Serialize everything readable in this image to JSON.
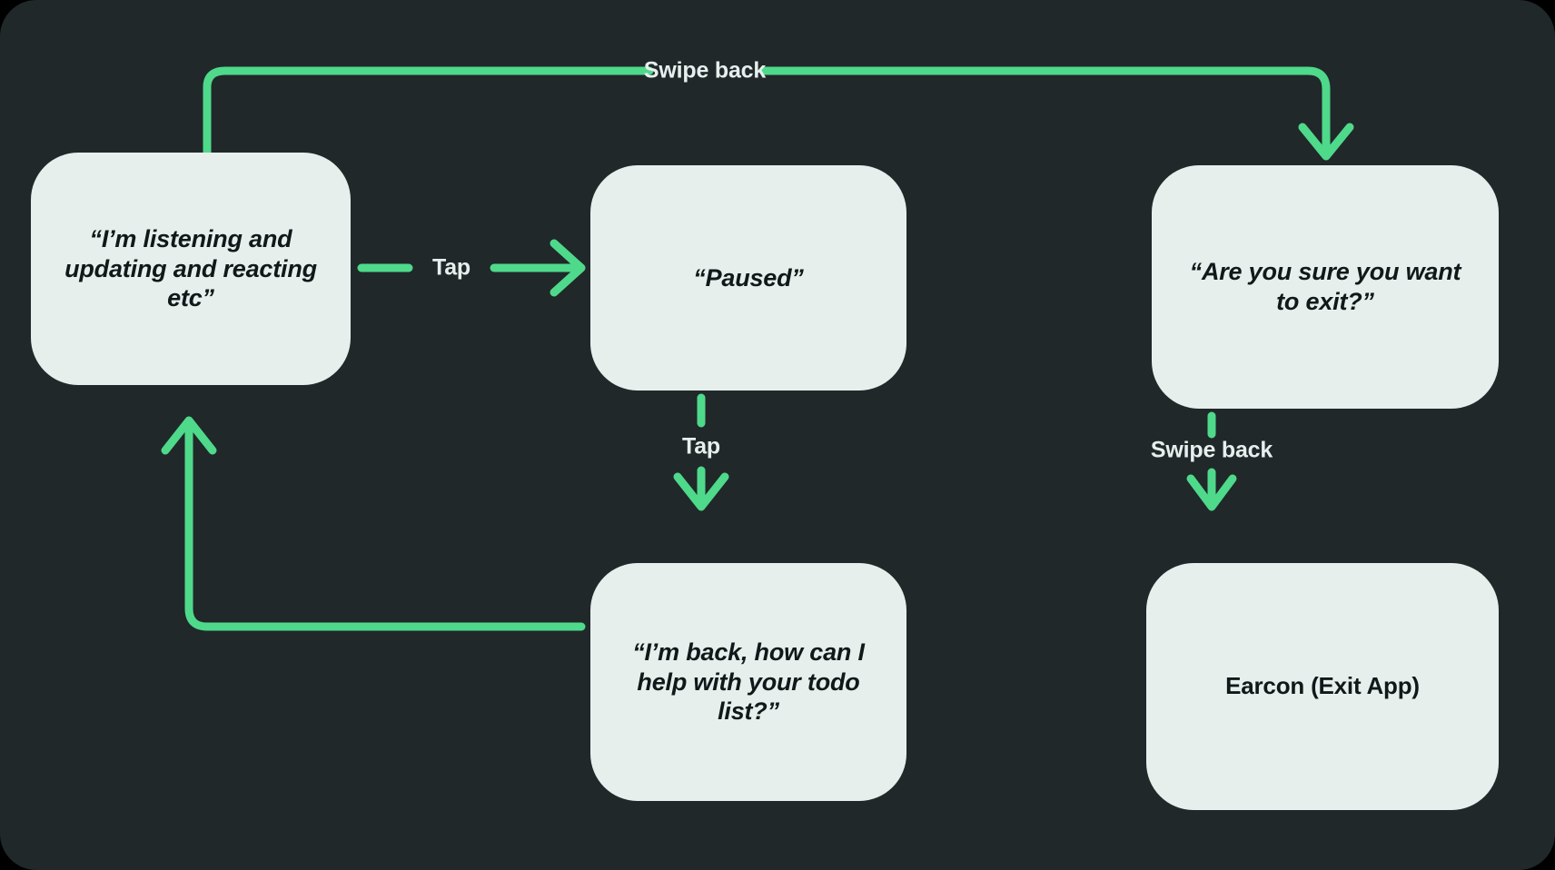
{
  "theme": {
    "background": "#20282a",
    "node_fill": "#e7efed",
    "node_text": "#10181a",
    "accent_green": "#4fd98b",
    "edge_label_text": "#e7efed"
  },
  "diagram": {
    "type": "flowchart",
    "title": "",
    "nodes": [
      {
        "id": "listening",
        "label": "“I’m listening and updating and reacting etc”",
        "style": "quote"
      },
      {
        "id": "paused",
        "label": "“Paused”",
        "style": "quote"
      },
      {
        "id": "confirm",
        "label": "“Are you sure you want to exit?”",
        "style": "quote"
      },
      {
        "id": "back",
        "label": "“I’m back, how can I help with your todo list?”",
        "style": "quote"
      },
      {
        "id": "earcon",
        "label": "Earcon (Exit App)",
        "style": "plain"
      }
    ],
    "edges": [
      {
        "id": "listening-to-paused",
        "from": "listening",
        "to": "paused",
        "label": "Tap",
        "direction": "right"
      },
      {
        "id": "listening-to-confirm",
        "from": "listening",
        "to": "confirm",
        "label": "Swipe back",
        "direction": "down"
      },
      {
        "id": "paused-to-back",
        "from": "paused",
        "to": "back",
        "label": "Tap",
        "direction": "down"
      },
      {
        "id": "back-to-listening",
        "from": "back",
        "to": "listening",
        "label": "",
        "direction": "up"
      },
      {
        "id": "confirm-to-earcon",
        "from": "confirm",
        "to": "earcon",
        "label": "Swipe back",
        "direction": "down"
      }
    ]
  }
}
